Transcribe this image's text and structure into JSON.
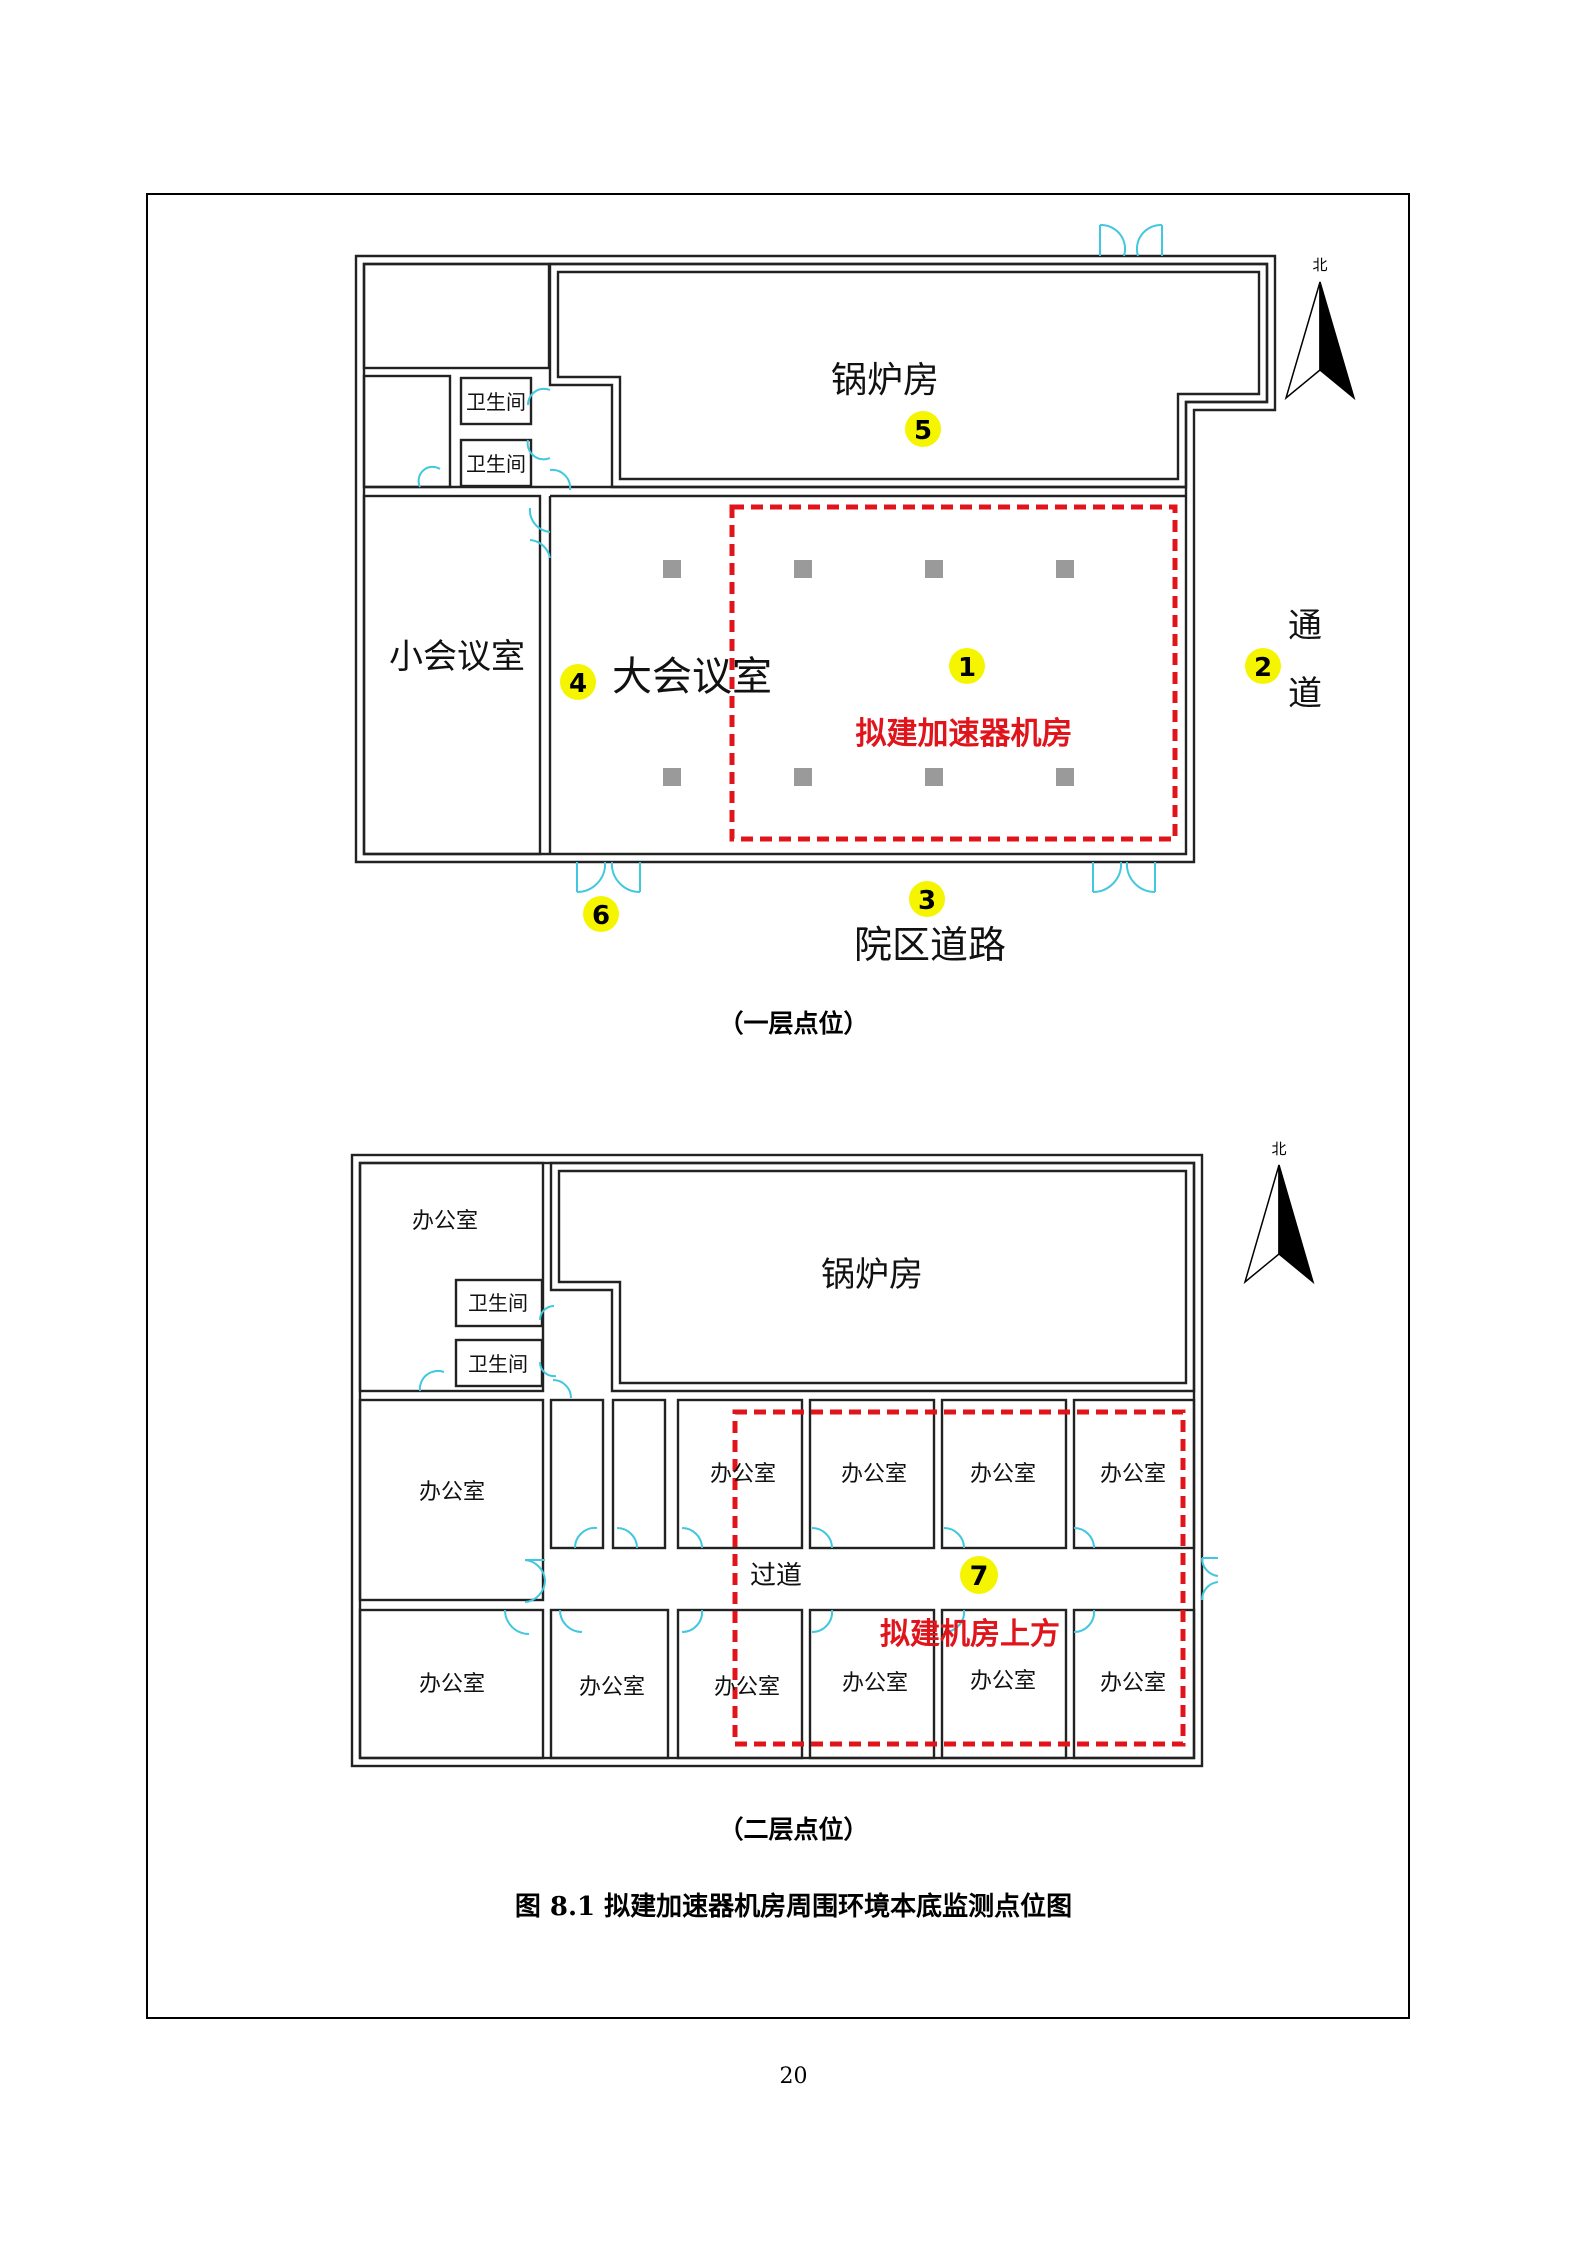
{
  "floor1": {
    "caption": "（一层点位）",
    "rooms": {
      "boiler": "锅炉房",
      "restroom_a": "卫生间",
      "restroom_b": "卫生间",
      "small_meeting": "小会议室",
      "large_meeting": "大会议室",
      "passage_a": "通",
      "passage_b": "道",
      "road": "院区道路"
    },
    "proposed_label": "拟建加速器机房",
    "points": [
      "1",
      "2",
      "3",
      "4",
      "5",
      "6"
    ]
  },
  "floor2": {
    "caption": "（二层点位）",
    "rooms": {
      "office_tl": "办公室",
      "boiler": "锅炉房",
      "restroom_a": "卫生间",
      "restroom_b": "卫生间",
      "office_ml": "办公室",
      "office_bl": "办公室",
      "office_b2": "办公室",
      "office_b3": "办公室",
      "office_b4": "办公室",
      "office_b5": "办公室",
      "office_b6": "办公室",
      "office_t3": "办公室",
      "office_t4": "办公室",
      "office_t5": "办公室",
      "office_t6": "办公室",
      "corridor": "过道"
    },
    "proposed_label": "拟建机房上方",
    "points": [
      "7"
    ]
  },
  "north_label": "北",
  "figure_caption": "图 8.1  拟建加速器机房周围环境本底监测点位图",
  "page_number": "20",
  "colors": {
    "marker_fill": "#f5f500",
    "proposed_outline": "#e0141b",
    "door_stroke": "#41c8de",
    "column": "#9a9a9a"
  }
}
